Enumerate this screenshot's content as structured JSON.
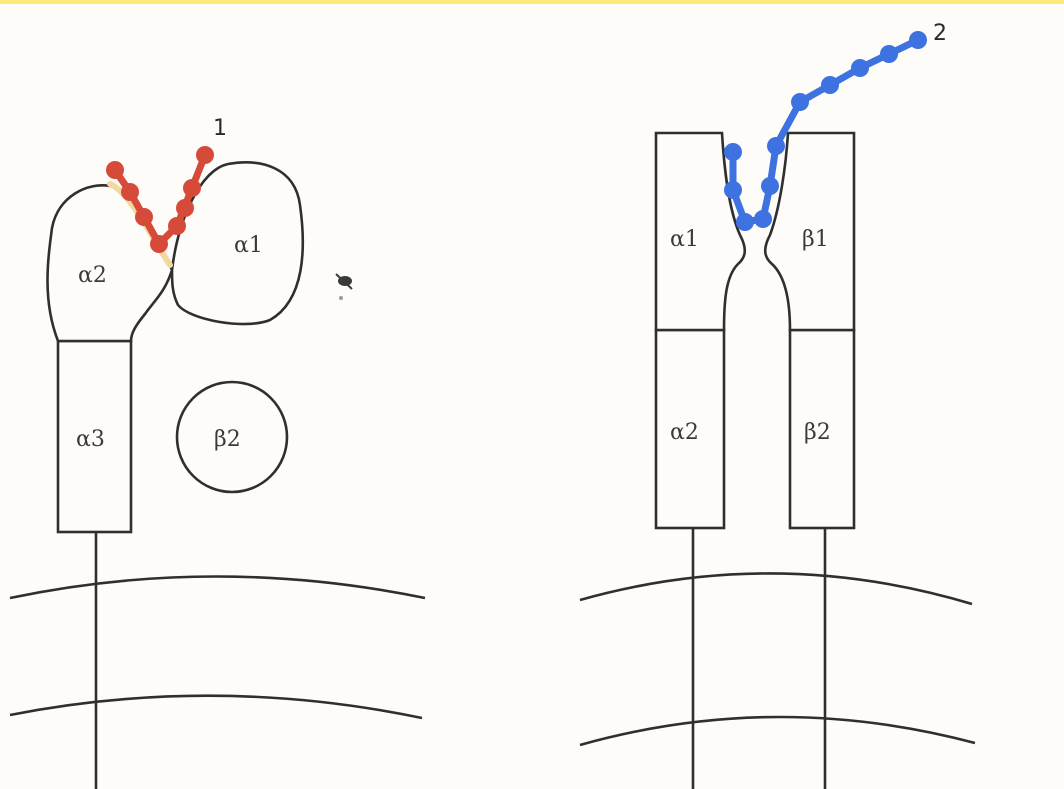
{
  "colors": {
    "top_border": "#ffe97a",
    "line": "#2f2f2f",
    "peptide_class1": "#d64a3a",
    "peptide_class2": "#3d72e0",
    "background": "#fdfcf8"
  },
  "class1": {
    "peptide_number": "1",
    "domains": {
      "alpha1": "α1",
      "alpha2": "α2",
      "alpha3": "α3",
      "beta2": "β2"
    }
  },
  "class2": {
    "peptide_number": "2",
    "domains": {
      "alpha1": "α1",
      "alpha2": "α2",
      "beta1": "β1",
      "beta2": "β2"
    }
  }
}
